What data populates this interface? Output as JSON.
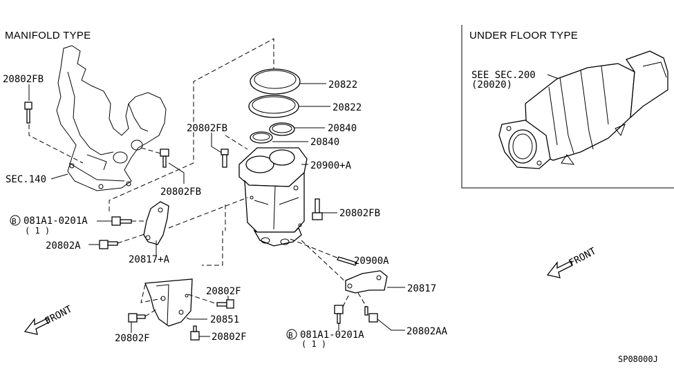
{
  "sections": {
    "manifold_title": "MANIFOLD TYPE",
    "underfloor_title": "UNDER FLOOR TYPE"
  },
  "labels": {
    "p20802FB_a": "20802FB",
    "p20822_a": "20822",
    "p20822_b": "20822",
    "p20840_a": "20840",
    "p20840_b": "20840",
    "p20802FB_b": "20802FB",
    "p20900A_plus": "20900+A",
    "sec140": "SEC.140",
    "p20802FB_c": "20802FB",
    "p20802FB_d": "20802FB",
    "bolt_a_code": "081A1-0201A",
    "bolt_a_qty": "( 1 )",
    "p20802A": "20802A",
    "p20817A": "20817+A",
    "p20900A": "20900A",
    "p20817": "20817",
    "p20802F_a": "20802F",
    "p20851": "20851",
    "p20802F_b": "20802F",
    "p20802F_c": "20802F",
    "bolt_b_code": "081A1-0201A",
    "bolt_b_qty": "( 1 )",
    "p20802AA": "20802AA",
    "see_sec": "SEE SEC.200",
    "see_sec_sub": "(20020)",
    "front_a": "FRONT",
    "front_b": "FRONT",
    "diagram_code": "SP08000J",
    "b_mark": "B"
  }
}
